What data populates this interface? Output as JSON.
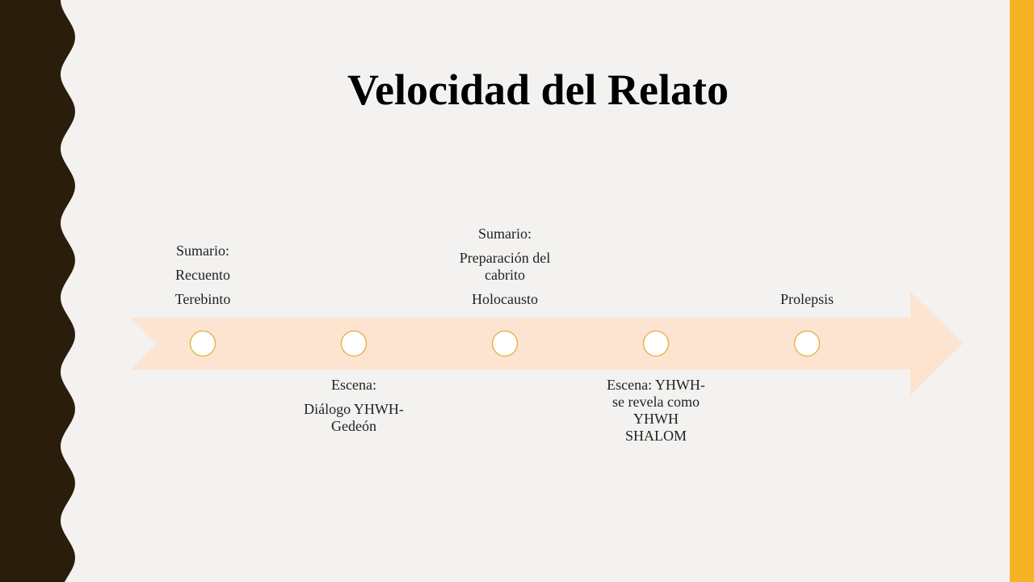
{
  "slide": {
    "title": "Velocidad del Relato"
  },
  "colors": {
    "background": "#f3f2f0",
    "left_band": "#2b1d0b",
    "accent_bar": "#f4b224",
    "arrow_fill": "#fce4d0",
    "node_fill": "#ffffff",
    "node_stroke": "#e3ae3a"
  },
  "timeline": {
    "nodes": [
      {
        "position": "above",
        "lines": [
          "Sumario:",
          "Recuento",
          "Terebinto"
        ]
      },
      {
        "position": "below",
        "lines": [
          "Escena:",
          "Diálogo YHWH-\nGedeón"
        ]
      },
      {
        "position": "above",
        "lines": [
          "Sumario:",
          "Preparación del\ncabrito",
          "Holocausto"
        ]
      },
      {
        "position": "below",
        "lines": [
          "Escena: YHWH-\nse revela como\nYHWH\nSHALOM"
        ]
      },
      {
        "position": "above",
        "lines": [
          "Prolepsis"
        ]
      }
    ]
  }
}
